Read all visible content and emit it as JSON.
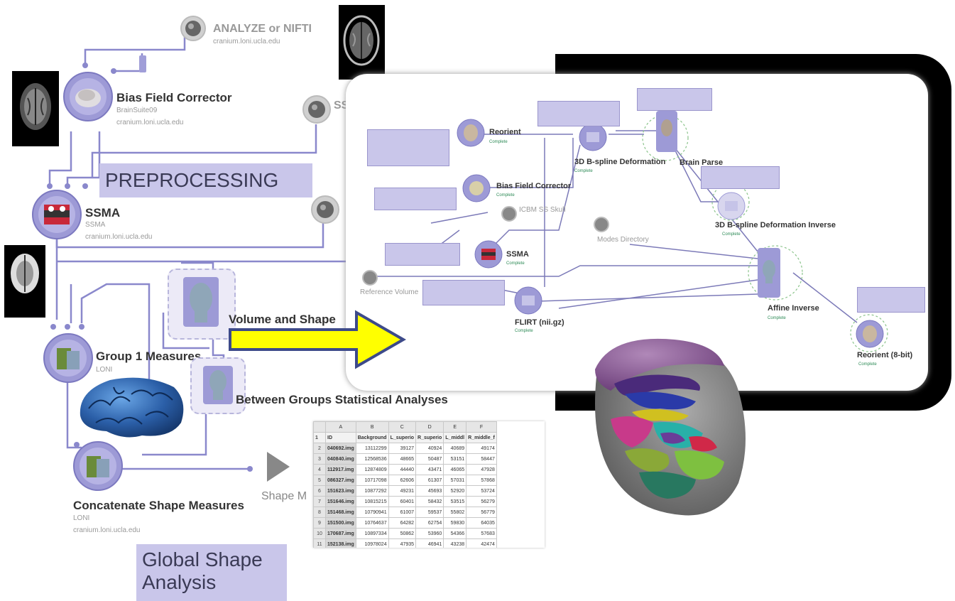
{
  "nodes": {
    "analyze": {
      "title": "ANALYZE or NIFTI",
      "sub": "cranium.loni.ucla.edu"
    },
    "bias": {
      "title": "Bias Field Corrector",
      "sub1": "BrainSuite09",
      "sub2": "cranium.loni.ucla.edu"
    },
    "ssma": {
      "title": "SSMA",
      "sub1": "SSMA",
      "sub2": "cranium.loni.ucla.edu"
    },
    "ss_partial": {
      "title": "SS"
    },
    "volume_shape": {
      "title": "Volume and Shape"
    },
    "group1": {
      "title": "Group 1 Measures",
      "sub1": "LONI"
    },
    "between": {
      "title": "Between Groups Statistical Analyses"
    },
    "concat": {
      "title": "Concatenate Shape Measures",
      "sub1": "LONI",
      "sub2": "cranium.loni.ucla.edu"
    },
    "shape_partial": {
      "title": "Shape M"
    }
  },
  "stages": {
    "preprocessing": "PREPROCESSING",
    "global_line1": "Global Shape",
    "global_line2": "Analysis"
  },
  "inset": {
    "nodes": {
      "reorient": "Reorient",
      "bias": "Bias Field Corrector",
      "icbm": "ICBM SS Skull",
      "ssma": "SSMA",
      "bspline": "3D B-spline Deformation",
      "parse": "Brain Parse",
      "bspline_inv": "3D B-spline Deformation Inverse",
      "modes": "Modes Directory",
      "ref": "Reference Volume",
      "flirt": "FLIRT (nii.gz)",
      "affine_inv": "Affine Inverse",
      "reorient8": "Reorient (8-bit)"
    },
    "status": "Complete"
  },
  "colors": {
    "node_fill": "#9d9ad6",
    "wire": "#8a88cc",
    "stage_bg": "#c9c6ea",
    "arrow_fill": "#ffff00",
    "arrow_stroke": "#3d4a8a",
    "inset_border": "#000000"
  },
  "spreadsheet": {
    "col_letters": [
      "A",
      "B",
      "C",
      "D",
      "E",
      "F"
    ],
    "headers": [
      "ID",
      "Background",
      "L_superior",
      "R_superior",
      "L_middle",
      "R_middle_f"
    ],
    "rows": [
      [
        "1",
        "ID",
        "Background",
        "L_superio",
        "R_superio",
        "L_middl",
        "R_middle_f"
      ],
      [
        "2",
        "040692.img",
        "13112299",
        "39127",
        "40924",
        "40689",
        "49174"
      ],
      [
        "3",
        "040840.img",
        "12568536",
        "48665",
        "50487",
        "53151",
        "58447"
      ],
      [
        "4",
        "112917.img",
        "12874809",
        "44440",
        "43471",
        "46065",
        "47928"
      ],
      [
        "5",
        "086327.img",
        "10717098",
        "62606",
        "61307",
        "57031",
        "57868"
      ],
      [
        "6",
        "151623.img",
        "10877292",
        "49231",
        "45693",
        "52920",
        "53724"
      ],
      [
        "7",
        "151646.img",
        "10815215",
        "60401",
        "58432",
        "53515",
        "56279"
      ],
      [
        "8",
        "151468.img",
        "10790941",
        "61007",
        "59537",
        "55802",
        "56779"
      ],
      [
        "9",
        "151500.img",
        "10764637",
        "64282",
        "62754",
        "59830",
        "64035"
      ],
      [
        "10",
        "170687.img",
        "10897334",
        "50862",
        "53960",
        "54366",
        "57683"
      ],
      [
        "11",
        "152138.img",
        "10978024",
        "47935",
        "46941",
        "43238",
        "42474"
      ]
    ]
  }
}
